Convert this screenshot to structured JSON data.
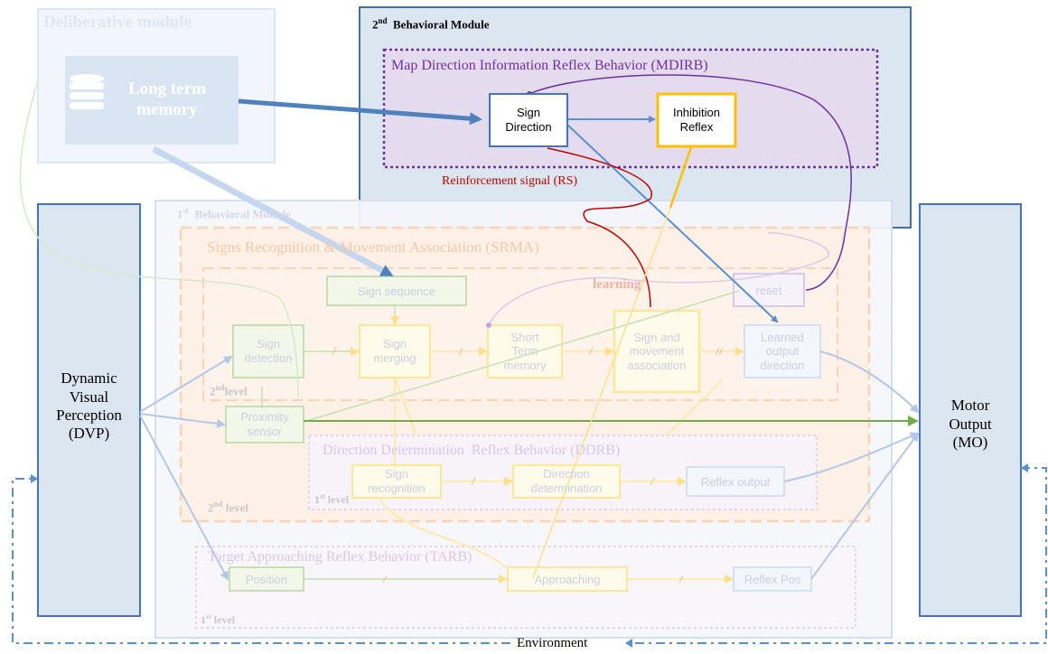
{
  "deliberative": {
    "title": "Deliberative module",
    "memory": "Long term\nmemory"
  },
  "module2": {
    "title_prefix": "2",
    "title_sup": "nd",
    "title_rest": "  Behavioral Module",
    "mdirb_title": "Map Direction Information Reflex Behavior (MDIRB)",
    "sign_direction": "Sign\nDirection",
    "inhibition_reflex": "Inhibition\nReflex",
    "reinforcement": "Reinforcement signal (RS)"
  },
  "module1": {
    "title_prefix": "1",
    "title_sup": "st",
    "title_rest": "  Behavioral Module",
    "srma_title": "Signs Recognition & Movement Association (SRMA)",
    "learning": "learning",
    "reset": "reset",
    "sign_sequence": "Sign sequence",
    "sign_detection": "Sign\ndetection",
    "sign_merging": "Sign\nmerging",
    "short_term": "Short\nTerm\nmemory",
    "sign_movement": "Sign and\nmovement\nassociation",
    "learned_output": "Learned\noutput\ndirection",
    "level2_inner_num": "2",
    "level2_inner_sup": "nd",
    "level2_inner_rest": "level",
    "level2_outer_num": "2",
    "level2_outer_sup": "nd",
    "level2_outer_rest": " level",
    "proximity": "Proximity\nsensor",
    "ddrb_title": "Direction Determination  Reflex Behavior (DDRB)",
    "sign_recognition": "Sign\nrecognition",
    "direction_determination": "Direction\ndetermination",
    "reflex_output": "Reflex output",
    "ddrb_level_num": "1",
    "ddrb_level_sup": "st",
    "ddrb_level_rest": " level",
    "tarb_title": "Target Approaching Reflex Behavior (TARB)",
    "position": "Position",
    "approaching": "Approaching",
    "reflex_pos": "Reflex Pos",
    "tarb_level_num": "1",
    "tarb_level_sup": "st",
    "tarb_level_rest": " level"
  },
  "dvp": {
    "label": "Dynamic\nVisual\nPerception\n(DVP)"
  },
  "mo": {
    "label": "Motor\nOutput\n(MO)"
  },
  "environment": "Environment",
  "colors": {
    "blue_dark": "#41719c",
    "blue": "#5b8fd1",
    "blue_fill": "#dce6f1",
    "purple": "#7030a0",
    "orange": "#ffc000",
    "red": "#c00000",
    "green": "#70ad47",
    "faded_orange_fill": "#fce4d6",
    "faded_border": "#f8cbad"
  }
}
